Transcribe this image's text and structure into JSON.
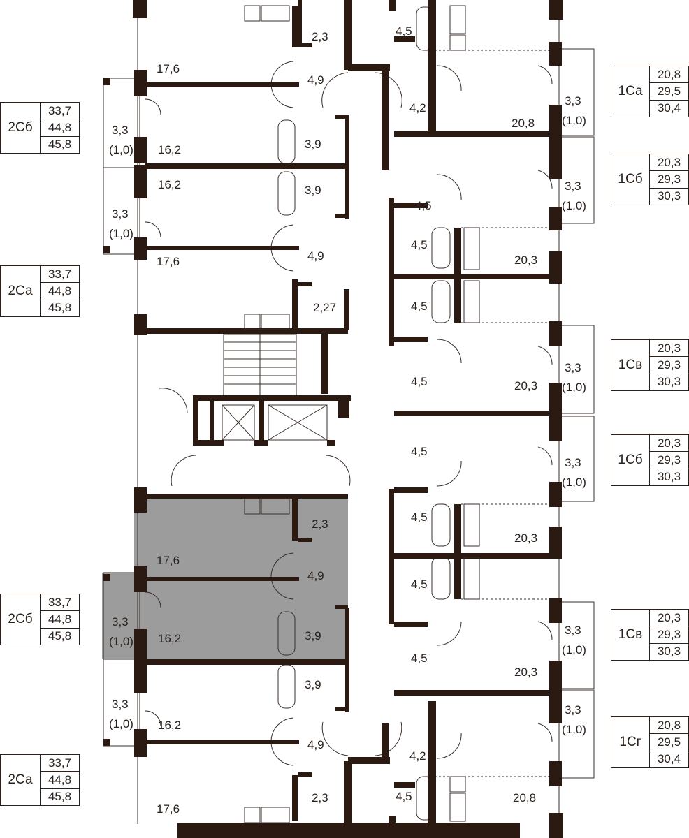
{
  "apartments_left": [
    {
      "code": "2Сб",
      "areas": [
        "33,7",
        "44,8",
        "45,8"
      ]
    },
    {
      "code": "2Са",
      "areas": [
        "33,7",
        "44,8",
        "45,8"
      ]
    },
    {
      "code": "2Сб",
      "areas": [
        "33,7",
        "44,8",
        "45,8"
      ]
    },
    {
      "code": "2Са",
      "areas": [
        "33,7",
        "44,8",
        "45,8"
      ]
    }
  ],
  "apartments_right": [
    {
      "code": "1Са",
      "areas": [
        "20,8",
        "29,5",
        "30,4"
      ]
    },
    {
      "code": "1Сб",
      "areas": [
        "20,3",
        "29,3",
        "30,3"
      ]
    },
    {
      "code": "1Св",
      "areas": [
        "20,3",
        "29,3",
        "30,3"
      ]
    },
    {
      "code": "1Сб",
      "areas": [
        "20,3",
        "29,3",
        "30,3"
      ]
    },
    {
      "code": "1Св",
      "areas": [
        "20,3",
        "29,3",
        "30,3"
      ]
    },
    {
      "code": "1Сг",
      "areas": [
        "20,8",
        "29,5",
        "30,4"
      ]
    }
  ],
  "rooms": [
    "17,6",
    "2,3",
    "4,9",
    "16,2",
    "3,9",
    "3,3",
    "(1,0)",
    "16,2",
    "3,9",
    "3,3",
    "(1,0)",
    "17,6",
    "4,9",
    "2,27",
    "17,6",
    "2,3",
    "4,9",
    "16,2",
    "3,9",
    "3,3",
    "(1,0)",
    "3,9",
    "3,3",
    "(1,0)",
    "16,2",
    "4,9",
    "17,6",
    "2,3",
    "4,5",
    "4,2",
    "20,8",
    "3,3",
    "(1,0)",
    "3,3",
    "(1,0)",
    "4,5",
    "4,5",
    "20,3",
    "4,5",
    "4,5",
    "20,3",
    "3,3",
    "(1,0)",
    "4,5",
    "3,3",
    "(1,0)",
    "4,5",
    "20,3",
    "4,5",
    "4,5",
    "20,3",
    "3,3",
    "(1,0)",
    "3,3",
    "(1,0)",
    "4,2",
    "4,5",
    "20,8"
  ],
  "colors": {
    "wall": "#2a1a12",
    "highlight": "#9c9c9c",
    "line": "#3a2e28"
  }
}
